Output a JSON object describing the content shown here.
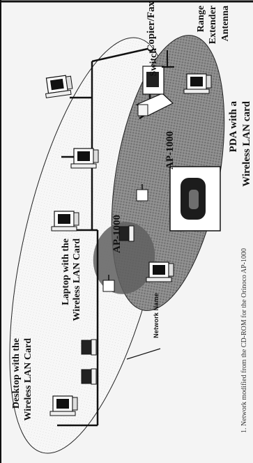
{
  "labels": {
    "copier_fax": "Copier/Fax",
    "range_extender_1": "Range",
    "range_extender_2": "Extender",
    "range_extender_3": "Antenna",
    "switch": "Switch",
    "pda_1": "PDA with a",
    "pda_2": "Wireless LAN card",
    "ap_right": "AP-1000",
    "ap_left": "AP-1000",
    "laptop_1": "Laptop with the",
    "laptop_2": "Wireless LAN Card",
    "desktop_1": "Desktop with the",
    "desktop_2": "Wireless LAN Card",
    "network_name": "Network Name",
    "caption": "1. Network modified from the CD-ROM for the Orinoco AP-1000"
  }
}
